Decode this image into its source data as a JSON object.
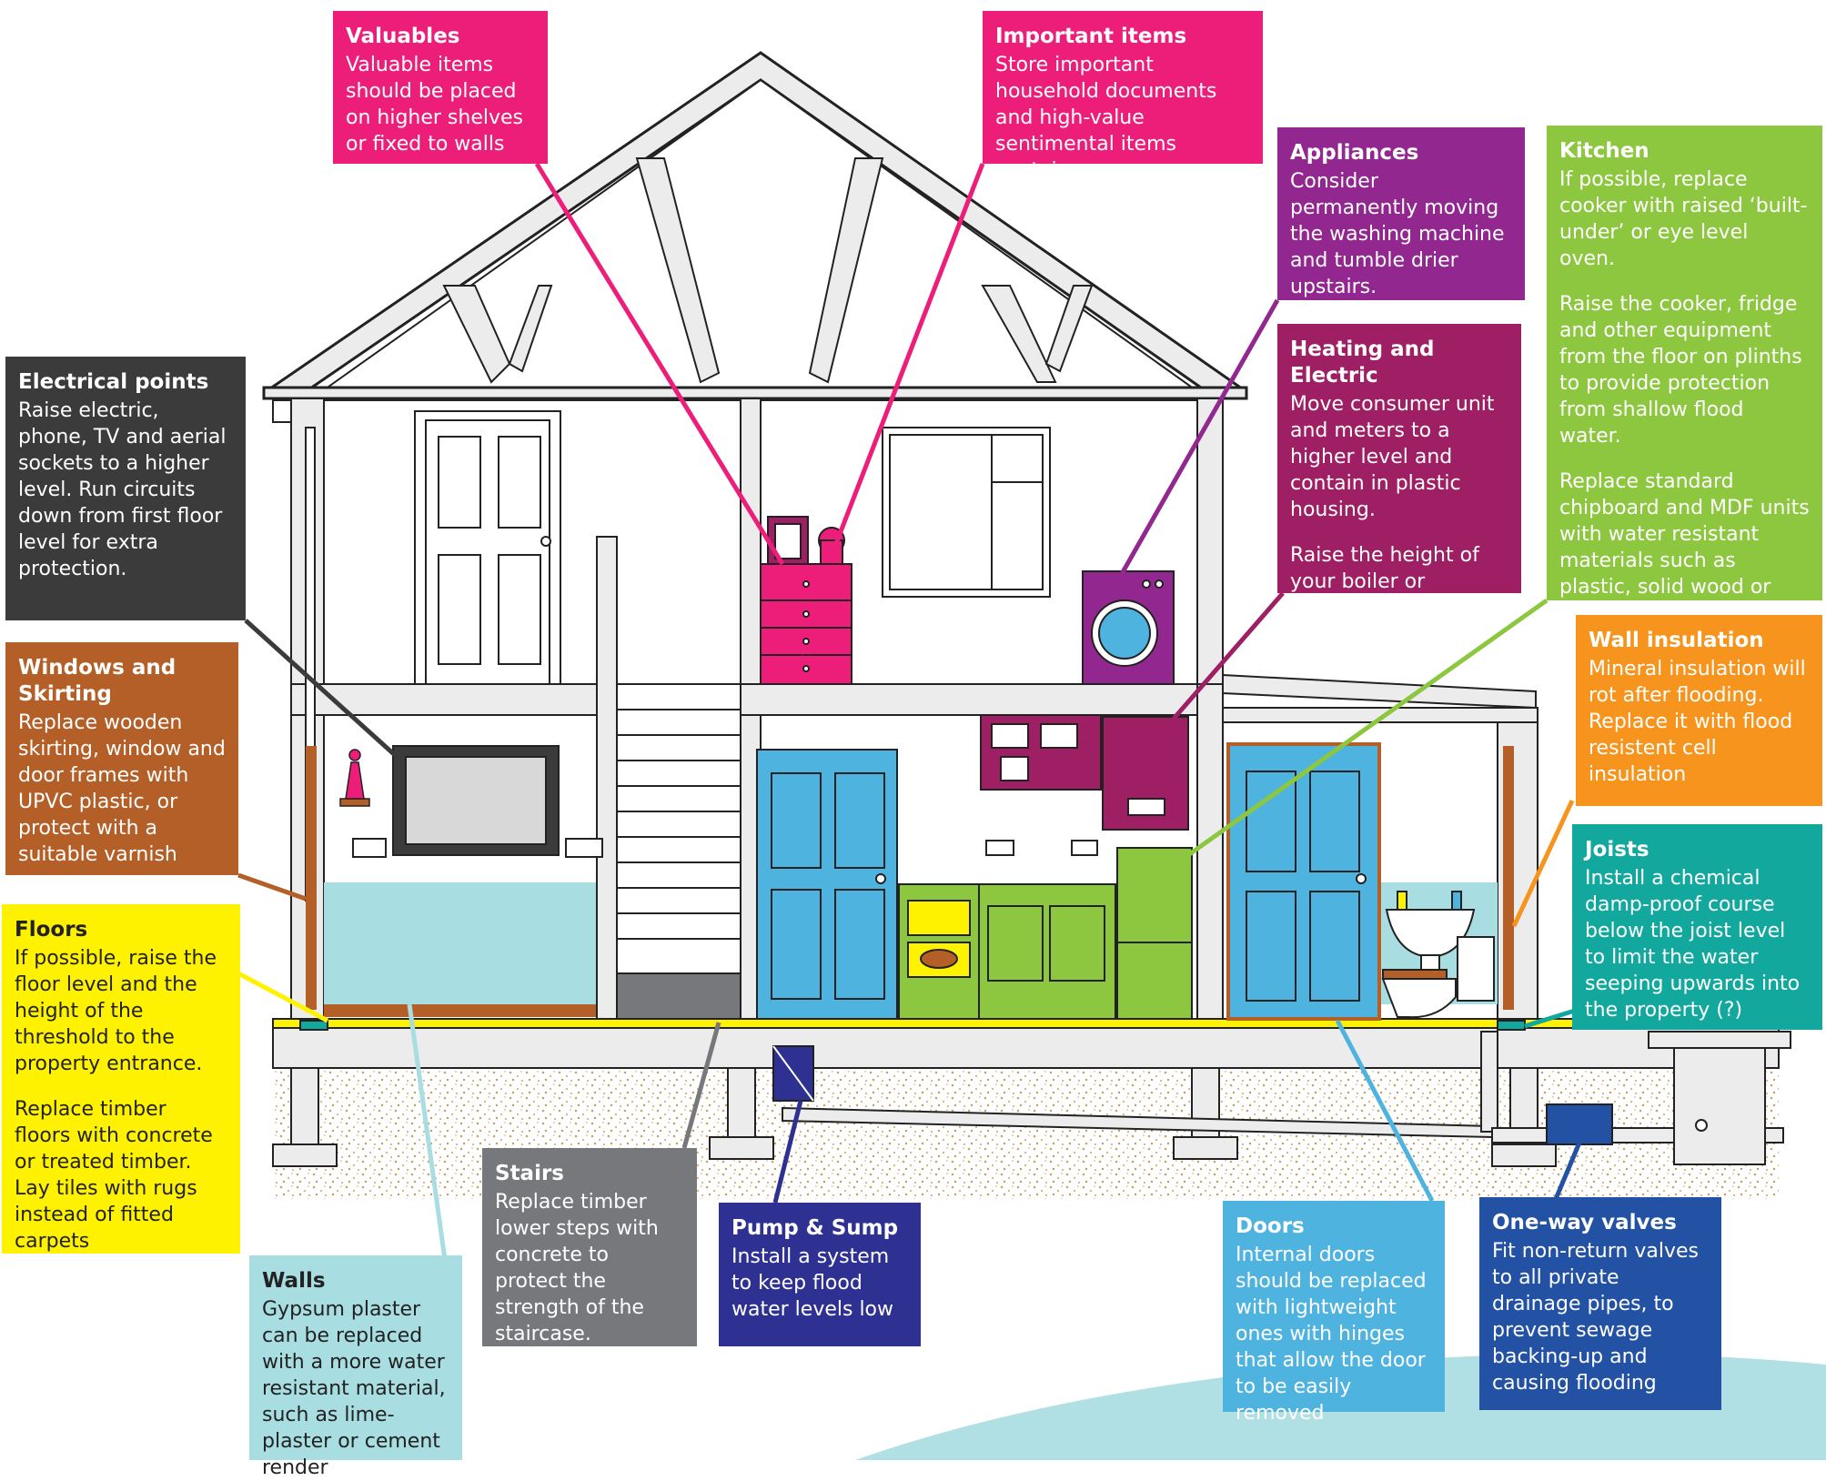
{
  "colors": {
    "valuables": "#EC1E79",
    "important": "#EC1E79",
    "appliances": "#92278F",
    "heating": "#9E1F63",
    "kitchen": "#8DC63F",
    "electrical": "#3B3B3B",
    "windows": "#B45F27",
    "floors": "#FFF200",
    "wall_insulation": "#F7941D",
    "joists": "#13A89E",
    "walls": "#A8DDE1",
    "stairs": "#77787B",
    "pump": "#2E3192",
    "doors": "#4FB3E0",
    "valves": "#2351A3",
    "door_fill": "#4FB3E0",
    "wall_tint": "#A8DDE1"
  },
  "callouts": [
    {
      "id": "valuables",
      "title": "Valuables",
      "paras": [
        "Valuable items should be placed on higher shelves or fixed to walls"
      ]
    },
    {
      "id": "important",
      "title": "Important items",
      "paras": [
        "Store important household documents and high-value sentimental items upstairs."
      ]
    },
    {
      "id": "appliances",
      "title": "Appliances",
      "paras": [
        "Consider permanently moving the washing machine and tumble drier upstairs."
      ]
    },
    {
      "id": "heating",
      "title": "Heating and Electric",
      "paras": [
        "Move consumer unit and meters to a higher level and contain in plastic housing.",
        "Raise the height of your boiler or relocate it upstairs."
      ]
    },
    {
      "id": "kitchen",
      "title": "Kitchen",
      "paras": [
        "If possible, replace cooker with raised ‘built-under’ or eye level oven.",
        "Raise the cooker, fridge and other equipment from the floor on plinths to provide protection from shallow flood water.",
        "Replace standard chipboard and MDF units with water resistant materials such as plastic, solid wood or stainless steel."
      ]
    },
    {
      "id": "electrical",
      "title": "Electrical points",
      "paras": [
        "Raise electric, phone, TV and aerial sockets to a higher level. Run circuits down from first floor level for extra protection."
      ]
    },
    {
      "id": "windows",
      "title": "Windows and Skirting",
      "paras": [
        "Replace wooden skirting, window and door frames with UPVC plastic, or protect with a suitable varnish"
      ]
    },
    {
      "id": "floors",
      "title": "Floors",
      "paras": [
        "If possible, raise the floor level and the height of the threshold to the property entrance.",
        "Replace timber floors with concrete or treated timber. Lay tiles with rugs instead of fitted carpets"
      ]
    },
    {
      "id": "wall_insulation",
      "title": "Wall insulation",
      "paras": [
        "Mineral insulation will rot after flooding. Replace it with flood resistent cell insulation"
      ]
    },
    {
      "id": "joists",
      "title": "Joists",
      "paras": [
        "Install a chemical damp-proof course below the joist level to limit the water seeping upwards into the property (?)"
      ]
    },
    {
      "id": "walls",
      "title": "Walls",
      "paras": [
        "Gypsum plaster can be replaced with a more water resistant material, such as lime-plaster or cement render"
      ]
    },
    {
      "id": "stairs",
      "title": "Stairs",
      "paras": [
        "Replace timber lower steps with concrete to protect the strength of the staircase."
      ]
    },
    {
      "id": "pump",
      "title": "Pump & Sump",
      "paras": [
        "Install a system to keep flood water levels low"
      ]
    },
    {
      "id": "doors",
      "title": "Doors",
      "paras": [
        "Internal doors should be replaced with lightweight ones with hinges that allow the door to be easily removed"
      ]
    },
    {
      "id": "valves",
      "title": "One-way valves",
      "paras": [
        "Fit non-return valves to all private drainage pipes, to prevent sewage backing-up and causing flooding"
      ]
    }
  ]
}
